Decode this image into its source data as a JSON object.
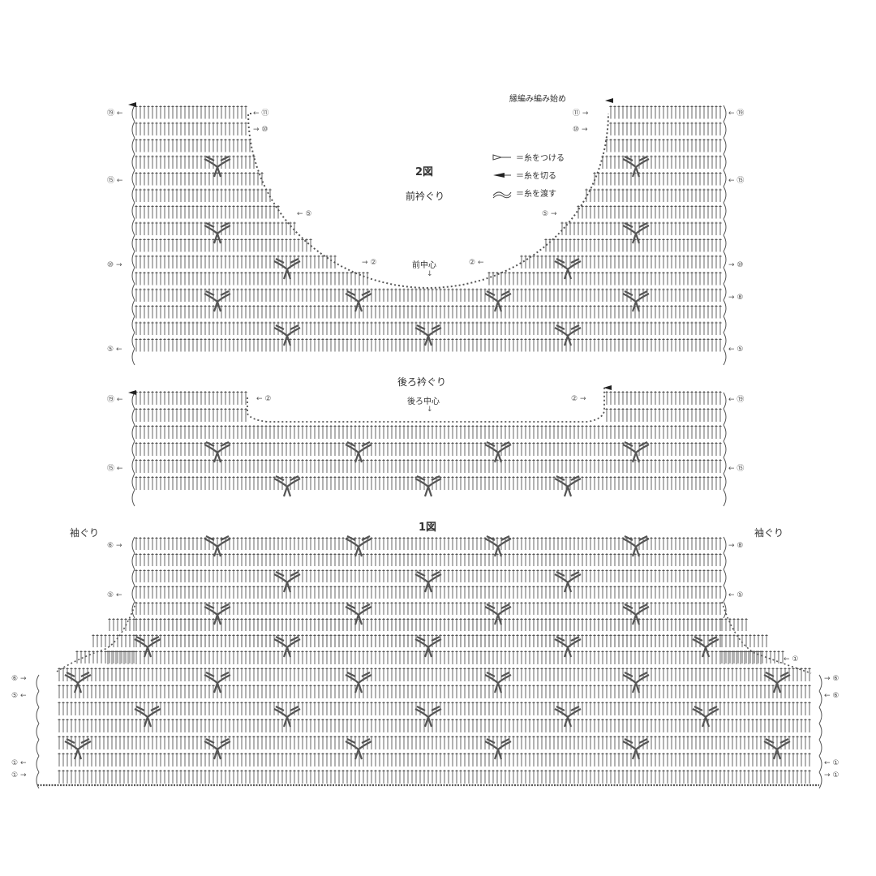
{
  "diagram2": {
    "title": "2図",
    "subtitle": "前衿ぐり",
    "start_label": "縁編み編み始め",
    "front_center": "前中心"
  },
  "diagram1": {
    "title": "1図",
    "back_neck": "後ろ衿ぐり",
    "back_center": "後ろ中心",
    "armhole_left": "袖ぐり",
    "armhole_right": "袖ぐり"
  },
  "legend": [
    {
      "icon": "attach-yarn-icon",
      "text": "＝糸をつける"
    },
    {
      "icon": "cut-yarn-icon",
      "text": "＝糸を切る"
    },
    {
      "icon": "carry-yarn-icon",
      "text": "＝糸を渡す"
    }
  ],
  "row_markers": {
    "top_left": [
      "⑲",
      "⑮",
      "⑩",
      "⑤"
    ],
    "top_right": [
      "⑲",
      "⑮",
      "⑩",
      "⑧",
      "⑤"
    ],
    "neck_left": [
      "⑪",
      "⑩",
      "⑤",
      "②"
    ],
    "neck_right": [
      "⑪",
      "⑩",
      "⑤",
      "②"
    ],
    "mid_left": [
      "⑲",
      "⑮"
    ],
    "mid_right": [
      "⑲",
      "⑮"
    ],
    "back_neck": [
      "②",
      "②"
    ],
    "bottom_left": [
      "⑥",
      "⑤",
      "⑥",
      "⑤",
      "①",
      "①"
    ],
    "bottom_right": [
      "⑧",
      "⑤",
      "①",
      "⑥",
      "⑥",
      "①",
      "①"
    ]
  },
  "colors": {
    "ink": "#555555",
    "paper": "#ffffff"
  }
}
